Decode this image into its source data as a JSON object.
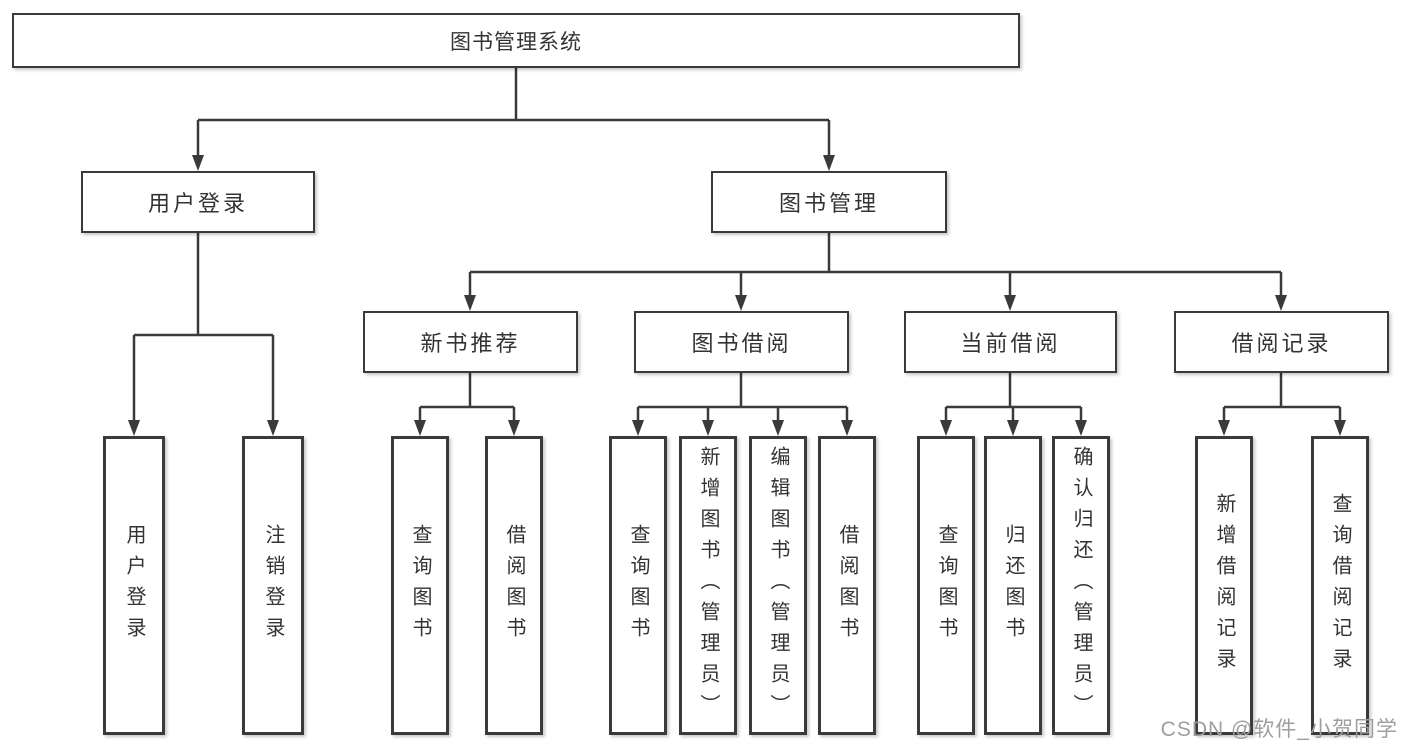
{
  "tree": {
    "root": {
      "label": "图书管理系统"
    },
    "branches": [
      {
        "label": "用户登录",
        "children": [
          {
            "label": "用户登录"
          },
          {
            "label": "注销登录"
          }
        ]
      },
      {
        "label": "图书管理",
        "children": [
          {
            "label": "新书推荐",
            "children": [
              {
                "label": "查询图书"
              },
              {
                "label": "借阅图书"
              }
            ]
          },
          {
            "label": "图书借阅",
            "children": [
              {
                "label": "查询图书"
              },
              {
                "label": "新增图书（管理员）"
              },
              {
                "label": "编辑图书（管理员）"
              },
              {
                "label": "借阅图书"
              }
            ]
          },
          {
            "label": "当前借阅",
            "children": [
              {
                "label": "查询图书"
              },
              {
                "label": "归还图书"
              },
              {
                "label": "确认归还（管理员）"
              }
            ]
          },
          {
            "label": "借阅记录",
            "children": [
              {
                "label": "新增借阅记录"
              },
              {
                "label": "查询借阅记录"
              }
            ]
          }
        ]
      }
    ]
  },
  "watermark": {
    "text": "CSDN @软件_小贺同学"
  },
  "colors": {
    "background": "#ffffff",
    "line": "#3a3a3a",
    "box_border": "#3a3a3a",
    "text": "#333333",
    "watermark": "#9e9e9e"
  }
}
